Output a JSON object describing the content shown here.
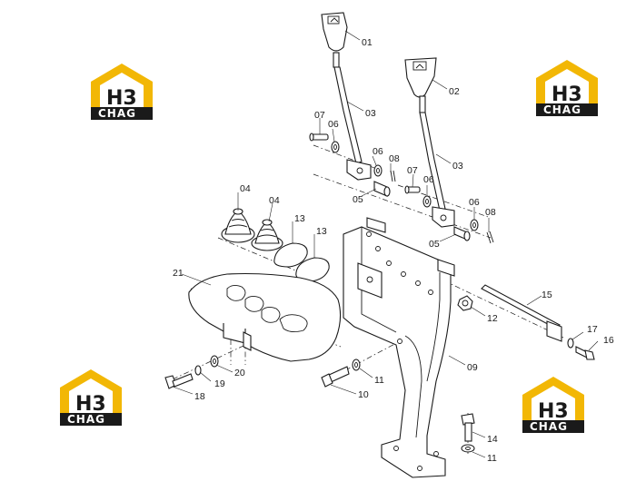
{
  "watermark": {
    "badge_text": "H3",
    "brand_text": "CHAG"
  },
  "colors": {
    "line": "#1a1a1a",
    "logo_gold": "#f2b705",
    "background": "#ffffff"
  },
  "callouts": {
    "c01": "01",
    "c02": "02",
    "c03a": "03",
    "c03b": "03",
    "c04a": "04",
    "c04b": "04",
    "c05a": "05",
    "c05b": "05",
    "c06a": "06",
    "c06b": "06",
    "c06c": "06",
    "c06d": "06",
    "c07a": "07",
    "c07b": "07",
    "c08a": "08",
    "c08b": "08",
    "c09": "09",
    "c10": "10",
    "c11a": "11",
    "c11b": "11",
    "c12": "12",
    "c13a": "13",
    "c13b": "13",
    "c14": "14",
    "c15": "15",
    "c16": "16",
    "c17": "17",
    "c18": "18",
    "c19": "19",
    "c20": "20",
    "c21": "21"
  }
}
